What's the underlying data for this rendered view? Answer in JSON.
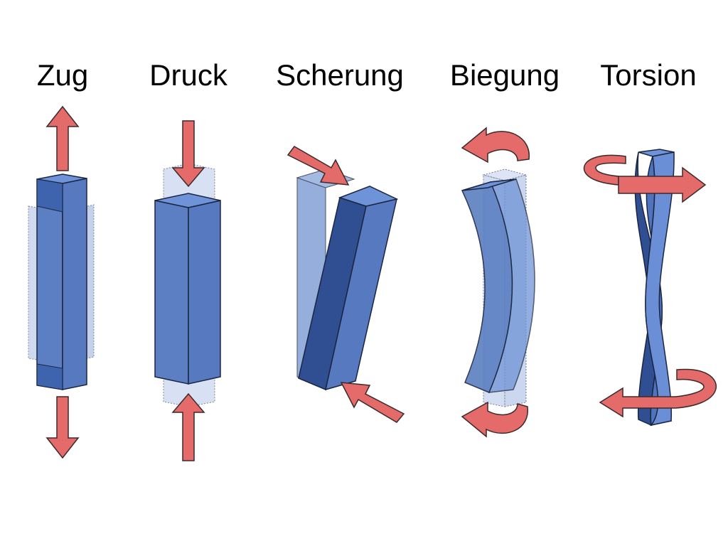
{
  "labels": {
    "zug": "Zug",
    "druck": "Druck",
    "scherung": "Scherung",
    "biegung": "Biegung",
    "torsion": "Torsion"
  },
  "colors": {
    "arrow_fill": "#e56b6b",
    "arrow_stroke": "#3a2a2a",
    "bar_front": "#5b7fc2",
    "bar_side": "#4d74bd",
    "bar_top": "#6a8fd6",
    "bar_dark": "#2f4f92",
    "ghost": "#a9bde4",
    "outline": "#1b2540"
  }
}
